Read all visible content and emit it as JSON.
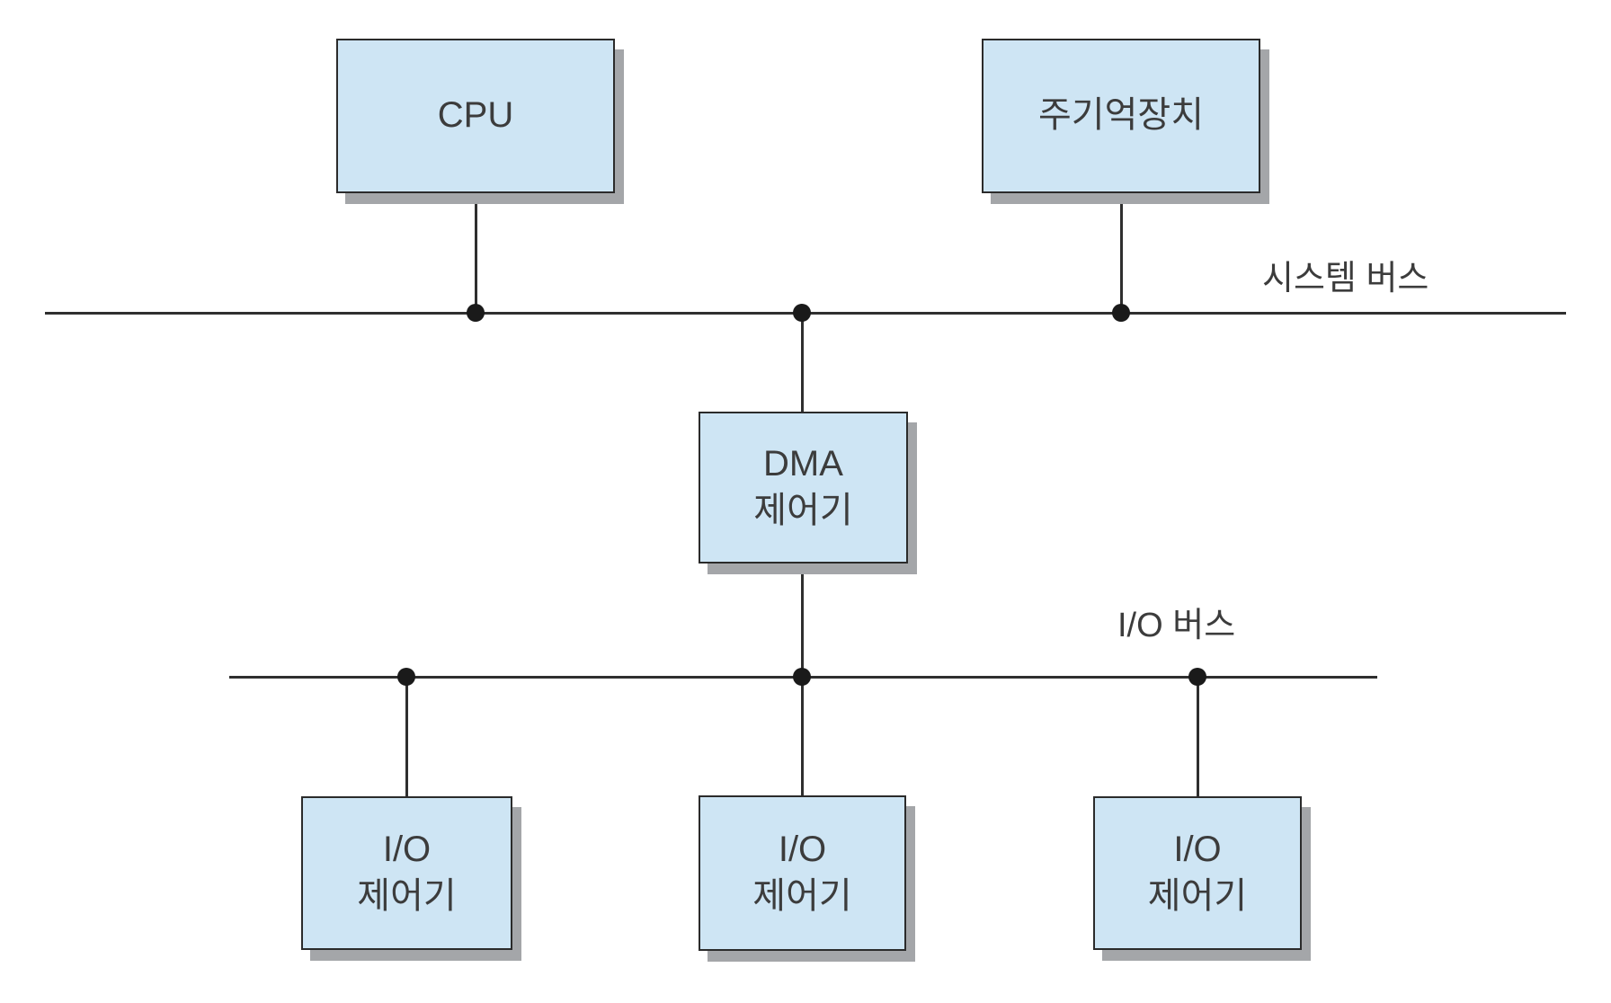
{
  "diagram": {
    "description": "DMA I/O system architecture diagram",
    "nodes": {
      "cpu": {
        "label": "CPU"
      },
      "main_memory": {
        "label": "주기억장치"
      },
      "dma_controller": {
        "line1": "DMA",
        "line2": "제어기"
      },
      "io_controller_1": {
        "line1": "I/O",
        "line2": "제어기"
      },
      "io_controller_2": {
        "line1": "I/O",
        "line2": "제어기"
      },
      "io_controller_3": {
        "line1": "I/O",
        "line2": "제어기"
      }
    },
    "buses": {
      "system_bus": {
        "label": "시스템 버스"
      },
      "io_bus": {
        "label": "I/O 버스"
      }
    },
    "colors": {
      "box_fill": "#cee5f4",
      "box_border": "#2b2b2b",
      "box_shadow": "#a4a6a9",
      "line": "#2f2f2f",
      "dot": "#1a1a1a",
      "text": "#3c3c3c",
      "background": "#ffffff"
    }
  }
}
